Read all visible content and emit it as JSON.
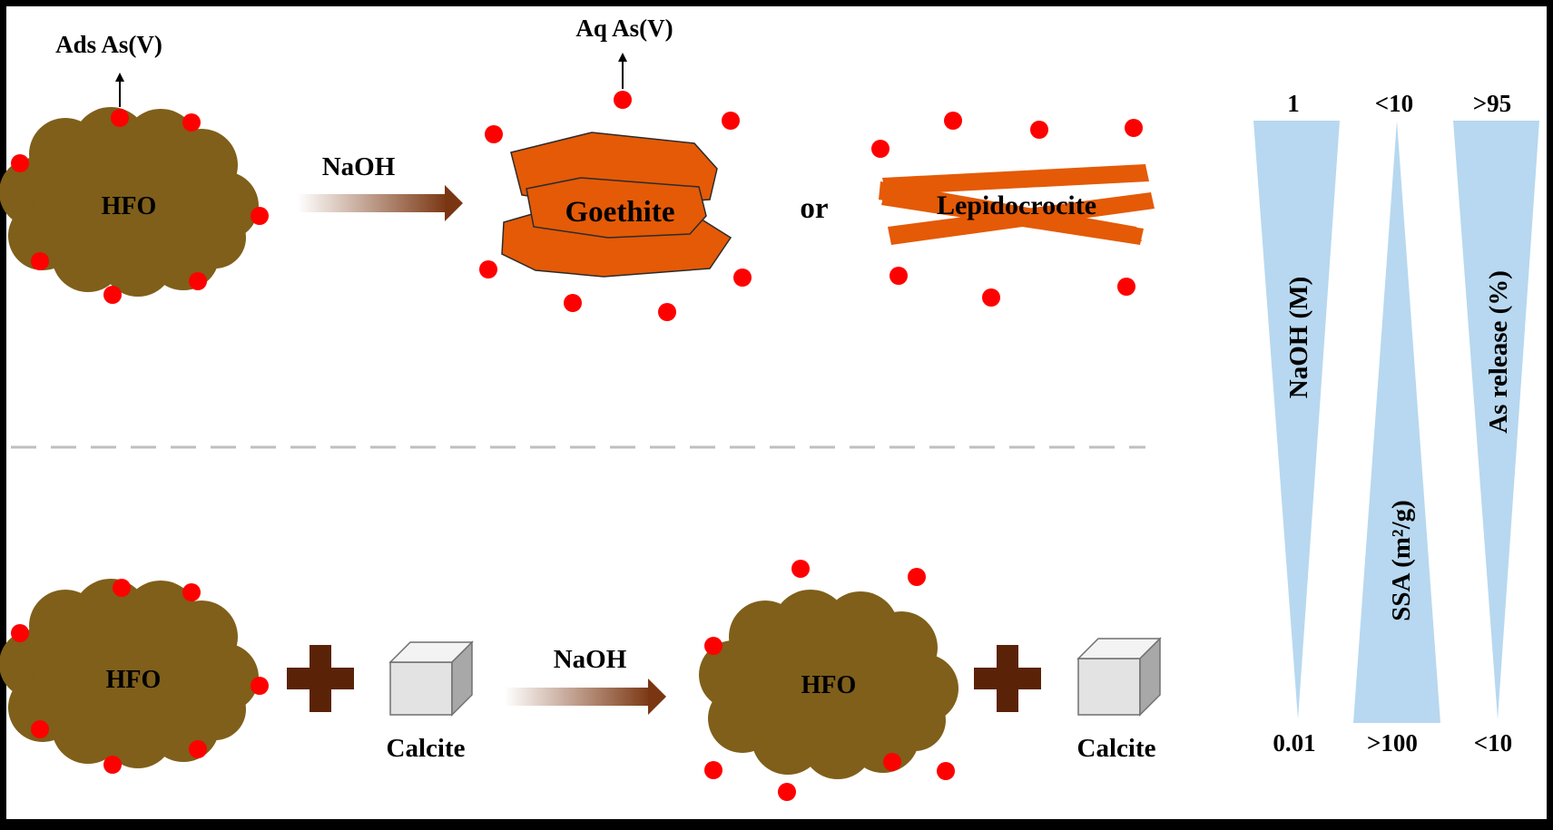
{
  "colors": {
    "frame": "#000000",
    "background": "#ffffff",
    "hfo": "#7f5f1a",
    "mineral": "#e45a07",
    "dot": "#ff0000",
    "arrow_dark": "#7a3612",
    "plus": "#5a2308",
    "cube": "#d9d9d9",
    "scale_fill": "#b7d8f0",
    "divider": "#bfbfbf"
  },
  "top": {
    "ads_label": "Ads As(V)",
    "aq_label": "Aq As(V)",
    "hfo_label": "HFO",
    "reagent_label": "NaOH",
    "goethite_label": "Goethite",
    "or_label": "or",
    "lepidocrocite_label": "Lepidocrocite"
  },
  "bottom": {
    "hfo_left_label": "HFO",
    "calcite_left_label": "Calcite",
    "reagent_label": "NaOH",
    "hfo_right_label": "HFO",
    "calcite_right_label": "Calcite"
  },
  "scales": [
    {
      "name": "NaOH (M)",
      "top_value": "1",
      "bottom_value": "0.01"
    },
    {
      "name": "SSA (m²/g)",
      "top_value": "<10",
      "bottom_value": ">100"
    },
    {
      "name": "As release (%)",
      "top_value": ">95",
      "bottom_value": "<10"
    }
  ]
}
